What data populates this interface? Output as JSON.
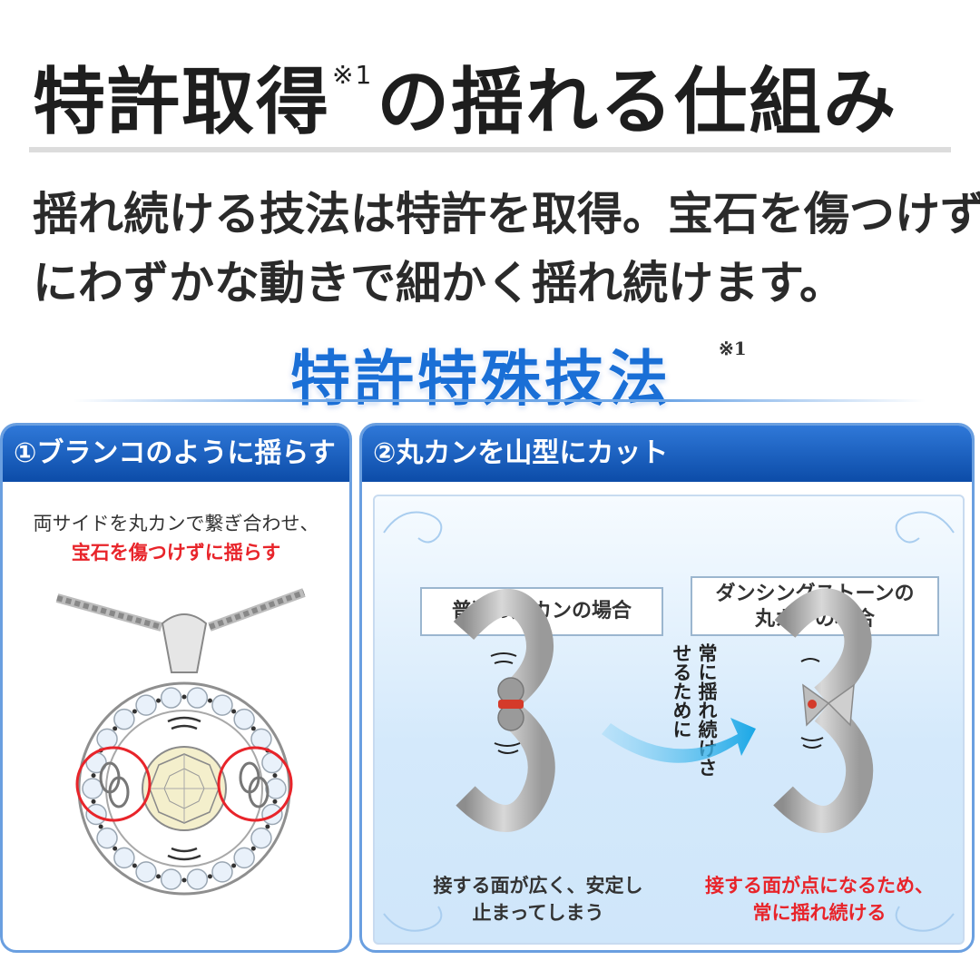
{
  "header": {
    "title_main": "特許取得",
    "title_note": "※1",
    "title_rest": "の揺れる仕組み",
    "lead_line1": "揺れ続ける技法は特許を取得。宝石を傷つけず",
    "lead_line2": "にわずかな動きで細かく揺れ続けます。"
  },
  "banner": {
    "title": "特許特殊技法",
    "note": "※1"
  },
  "panel_left": {
    "heading": "①ブランコのように揺らす",
    "text_line1": "両サイドを丸カンで繋ぎ合わせ、",
    "text_line2": "宝石を傷つけずに揺らす"
  },
  "panel_right": {
    "heading": "②丸カンを山型にカット",
    "label_normal": "普通の丸カンの場合",
    "label_dancing_line1": "ダンシングストーンの",
    "label_dancing_line2": "丸カンの場合",
    "vertical_note": "常に揺れ続けさせるために",
    "caption_left_line1": "接する面が広く、安定し",
    "caption_left_line2": "止まってしまう",
    "caption_right_line1": "接する面が点になるため、",
    "caption_right_line2": "常に揺れ続ける"
  },
  "colors": {
    "accent_blue": "#1a6fd6",
    "header_blue": "#0c4ca8",
    "alert_red": "#e8242a",
    "panel_border": "#6a9fe0"
  }
}
